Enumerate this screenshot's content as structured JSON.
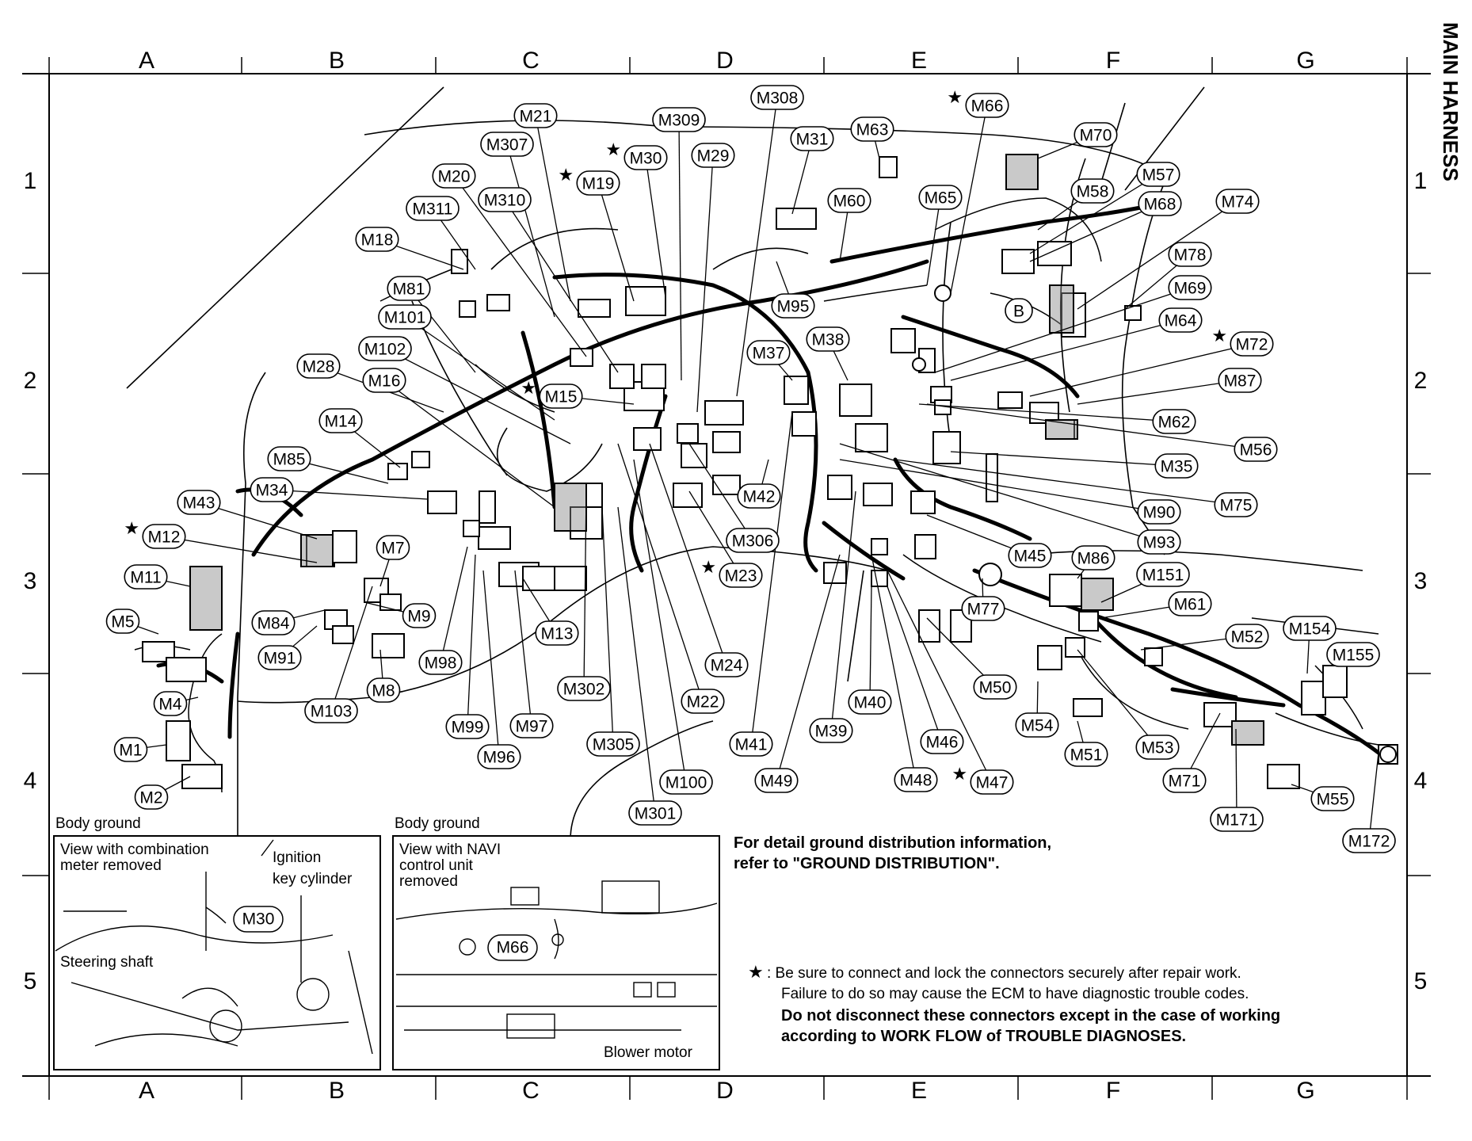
{
  "page": {
    "side_title": "MAIN HARNESS",
    "columns": [
      "A",
      "B",
      "C",
      "D",
      "E",
      "F",
      "G"
    ],
    "rows": [
      "1",
      "2",
      "3",
      "4",
      "5"
    ]
  },
  "connectors": [
    {
      "id": "M21"
    },
    {
      "id": "M307"
    },
    {
      "id": "M309"
    },
    {
      "id": "M308"
    },
    {
      "id": "M30",
      "star": true
    },
    {
      "id": "M29"
    },
    {
      "id": "M31"
    },
    {
      "id": "M63"
    },
    {
      "id": "M66",
      "star": true
    },
    {
      "id": "M70"
    },
    {
      "id": "M20"
    },
    {
      "id": "M19",
      "star": true
    },
    {
      "id": "M310"
    },
    {
      "id": "M311"
    },
    {
      "id": "M60"
    },
    {
      "id": "M65"
    },
    {
      "id": "M58"
    },
    {
      "id": "M57"
    },
    {
      "id": "M68"
    },
    {
      "id": "M74"
    },
    {
      "id": "M18"
    },
    {
      "id": "M78"
    },
    {
      "id": "M81"
    },
    {
      "id": "M95"
    },
    {
      "id": "M69"
    },
    {
      "id": "M101"
    },
    {
      "id": "M64"
    },
    {
      "id": "M72",
      "star": true
    },
    {
      "id": "M102"
    },
    {
      "id": "M38"
    },
    {
      "id": "M37"
    },
    {
      "id": "M28"
    },
    {
      "id": "M16"
    },
    {
      "id": "M87"
    },
    {
      "id": "M15",
      "star": true
    },
    {
      "id": "M62"
    },
    {
      "id": "M14"
    },
    {
      "id": "M56"
    },
    {
      "id": "M85"
    },
    {
      "id": "M35"
    },
    {
      "id": "M34"
    },
    {
      "id": "M42"
    },
    {
      "id": "M75"
    },
    {
      "id": "M43"
    },
    {
      "id": "M90"
    },
    {
      "id": "M306"
    },
    {
      "id": "M93"
    },
    {
      "id": "M12",
      "star": true
    },
    {
      "id": "M7"
    },
    {
      "id": "M45"
    },
    {
      "id": "M86"
    },
    {
      "id": "M11"
    },
    {
      "id": "M23",
      "star": true
    },
    {
      "id": "M151"
    },
    {
      "id": "M5"
    },
    {
      "id": "M84"
    },
    {
      "id": "M9"
    },
    {
      "id": "M77"
    },
    {
      "id": "M61"
    },
    {
      "id": "M13"
    },
    {
      "id": "M154"
    },
    {
      "id": "M52"
    },
    {
      "id": "M91"
    },
    {
      "id": "M98"
    },
    {
      "id": "M155"
    },
    {
      "id": "M24"
    },
    {
      "id": "M302"
    },
    {
      "id": "M50"
    },
    {
      "id": "M4"
    },
    {
      "id": "M8"
    },
    {
      "id": "M103"
    },
    {
      "id": "M22"
    },
    {
      "id": "M40"
    },
    {
      "id": "M54"
    },
    {
      "id": "M99"
    },
    {
      "id": "M97"
    },
    {
      "id": "M39"
    },
    {
      "id": "M1"
    },
    {
      "id": "M305"
    },
    {
      "id": "M41"
    },
    {
      "id": "M46"
    },
    {
      "id": "M51"
    },
    {
      "id": "M53"
    },
    {
      "id": "M96"
    },
    {
      "id": "M100"
    },
    {
      "id": "M49"
    },
    {
      "id": "M48"
    },
    {
      "id": "M47",
      "star": true
    },
    {
      "id": "M71"
    },
    {
      "id": "M2"
    },
    {
      "id": "M301"
    },
    {
      "id": "M55"
    },
    {
      "id": "M171"
    },
    {
      "id": "M172"
    },
    {
      "id": "B"
    }
  ],
  "inset_left": {
    "heading": "Body ground",
    "view_text": [
      "View with combination",
      "meter removed"
    ],
    "ignition_text": [
      "Ignition",
      "key cylinder"
    ],
    "connector": "M30",
    "steering_label": "Steering shaft"
  },
  "inset_right": {
    "heading": "Body ground",
    "view_text": [
      "View with NAVI",
      "control unit",
      "removed"
    ],
    "connector": "M66",
    "blower_label": "Blower motor"
  },
  "notes": {
    "ground_info": [
      "For detail ground distribution information,",
      "refer to \"GROUND DISTRIBUTION\"."
    ],
    "star_symbol": "★",
    "star_lines": [
      ": Be sure to connect and lock the connectors securely after repair work.",
      "Failure to do so may cause the ECM to have diagnostic trouble codes."
    ],
    "star_bold_lines": [
      "Do not disconnect these connectors except in the case of working",
      "according to WORK FLOW of TROUBLE DIAGNOSES."
    ]
  }
}
